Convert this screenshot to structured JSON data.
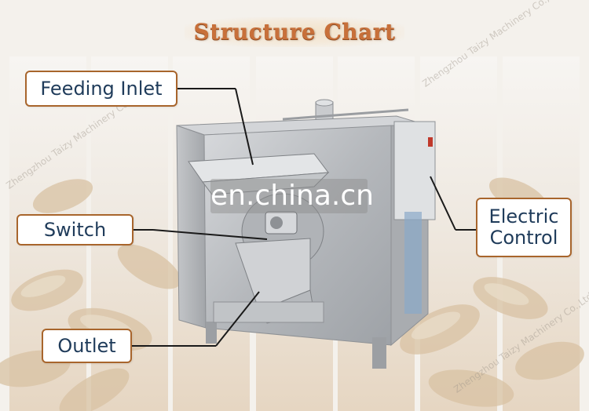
{
  "title": "Structure Chart",
  "labels": {
    "feeding_inlet": "Feeding Inlet",
    "switch": "Switch",
    "outlet": "Outlet",
    "electric_control_line1": "Electric",
    "electric_control_line2": "Control"
  },
  "watermark": {
    "center": "en.china.cn",
    "company": "Zhengzhou Taizy Machinery Co.,Ltd"
  },
  "colors": {
    "title_text": "#c8703a",
    "label_border": "#a8652c",
    "label_text": "#1f3b5a",
    "connector_line": "#1a1a1a",
    "machine_steel": "#b9bcc0"
  }
}
